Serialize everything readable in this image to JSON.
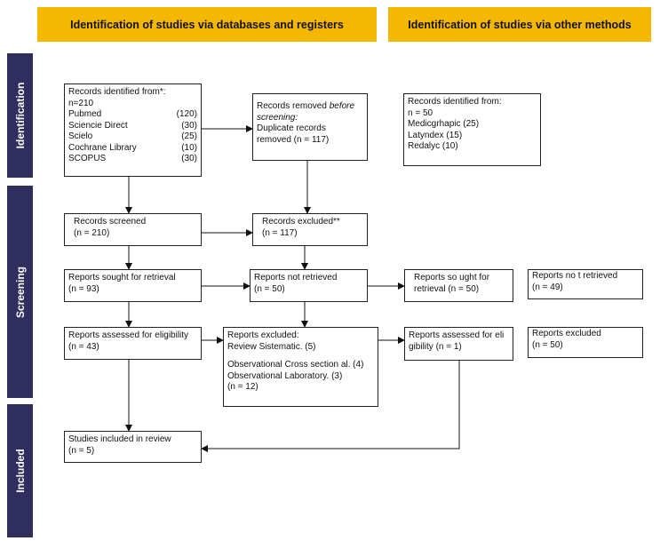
{
  "headers": {
    "databases": "Identification of studies via databases and registers",
    "other": "Identification of studies via other methods"
  },
  "phases": [
    "Identification",
    "Screening",
    "Included"
  ],
  "colors": {
    "header": "#f5b800",
    "phase": "#2f2e5f"
  },
  "boxes": {
    "identified": {
      "title": "Records identified from*:",
      "total": "n=210",
      "sources": [
        {
          "name": "Pubmed",
          "n": "(120)"
        },
        {
          "name": "Sciencie Direct",
          "n": "(30)"
        },
        {
          "name": "Scielo",
          "n": "(25)"
        },
        {
          "name": "Cochrane Library",
          "n": "(10)"
        },
        {
          "name": "SCOPUS",
          "n": "(30)"
        }
      ]
    },
    "removed": {
      "l1a": "Records removed ",
      "l1b": "before",
      "l2": "screening:",
      "l3": "Duplicate records",
      "l4": "removed (n = 117)"
    },
    "other_identified": {
      "l1": "Records identified from:",
      "l2": "n = 50",
      "l3": "Medicgrhapic (25)",
      "l4": "Latyndex (15)",
      "l5": "Redalyc (10)"
    },
    "screened": {
      "l1": "Records screened",
      "l2": "(n = 210)"
    },
    "excluded": {
      "l1": "Records excluded**",
      "l2": "(n = 117)"
    },
    "sought": {
      "l1": "Reports sought for retrieval",
      "l2": "(n = 93)"
    },
    "not_retrieved": {
      "l1": "Reports not retrieved",
      "l2": "(n = 50)"
    },
    "other_sought": {
      "l1": "Reports so ught for",
      "l2": "retrieval (n = 50)"
    },
    "other_not_retrieved": {
      "l1": "Reports no t retrieved",
      "l2": "(n = 49)"
    },
    "assessed": {
      "l1": "Reports assessed for eligibility",
      "l2": "(n = 43)"
    },
    "reports_excluded": {
      "l1": "Reports excluded:",
      "l2": "Review Sistematic. (5)",
      "l3": "Observational Cross section al. (4)",
      "l4": "Observational Laboratory. (3)",
      "l5": "(n = 12)"
    },
    "other_assessed": {
      "l1": "Reports assessed for eli",
      "l2": "gibility (n = 1)"
    },
    "other_excluded": {
      "l1": "Reports excluded",
      "l2": "(n = 50)"
    },
    "included": {
      "l1": "Studies included in review",
      "l2": "(n = 5)"
    }
  }
}
